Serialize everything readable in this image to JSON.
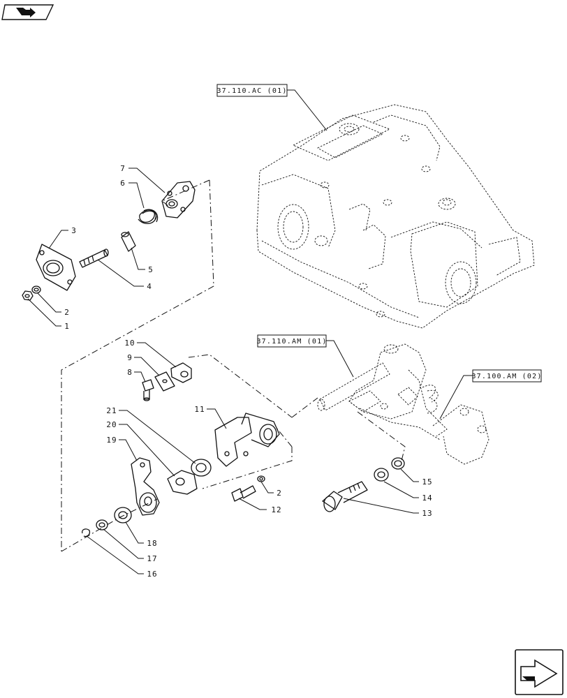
{
  "nav": {
    "top_icon": "book-arrow-icon",
    "next_icon": "next-page-arrow-icon"
  },
  "references": {
    "ref_ac": "37.110.AC (01)",
    "ref_am1": "37.110.AM (01)",
    "ref_am2": "37.100.AM (02)"
  },
  "callouts": {
    "c1": "1",
    "c2a": "2",
    "c2b": "2",
    "c3": "3",
    "c4": "4",
    "c5": "5",
    "c6": "6",
    "c7": "7",
    "c8": "8",
    "c9": "9",
    "c10": "10",
    "c11": "11",
    "c12": "12",
    "c13": "13",
    "c14": "14",
    "c15": "15",
    "c16": "16",
    "c17": "17",
    "c18": "18",
    "c19": "19",
    "c20": "20",
    "c21": "21"
  }
}
